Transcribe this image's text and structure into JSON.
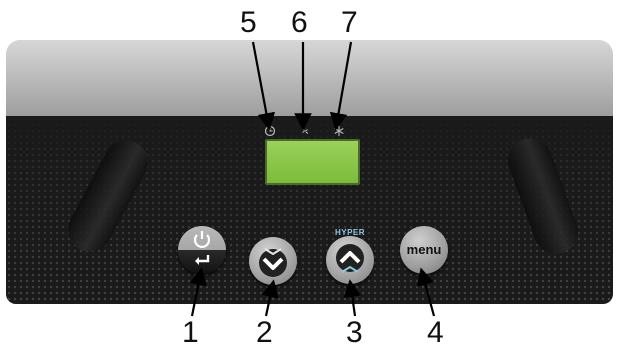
{
  "device": {
    "display": {
      "label": ""
    },
    "buttons": {
      "menu_label": "menu",
      "hyper_label": "HYPER"
    },
    "indicators": [
      "timer-icon",
      "fan-icon",
      "snowflake-icon"
    ]
  },
  "callouts": {
    "n1": "1",
    "n2": "2",
    "n3": "3",
    "n4": "4",
    "n5": "5",
    "n6": "6",
    "n7": "7"
  },
  "colors": {
    "lcd": "#86c245",
    "panel": "#1a1a1a",
    "lid": "#bdbdbd",
    "hyper": "#8ac8e8"
  }
}
